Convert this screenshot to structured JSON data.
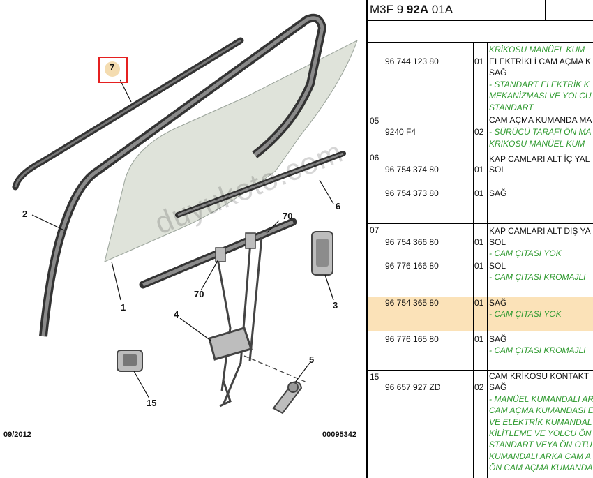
{
  "diagram": {
    "callouts": [
      "7",
      "2",
      "70",
      "6",
      "1",
      "70",
      "3",
      "4",
      "5",
      "15"
    ],
    "footer_left": "09/2012",
    "footer_right": "00095342",
    "watermark": "duyukoto.com"
  },
  "parts_panel": {
    "header_code_prefix": "M3F 9 ",
    "header_code_bold": "92A",
    "header_code_suffix": " 01A",
    "rows": [
      {
        "ref": "",
        "lines": [
          {
            "partno": "",
            "qty": "",
            "text": "KRİKOSU MANÜEL KUM",
            "style": "green"
          },
          {
            "partno": "96 744 123 80",
            "qty": "01",
            "text": "ELEKTRİKLİ CAM AÇMA K",
            "style": "name"
          },
          {
            "partno": "",
            "qty": "",
            "text": "SAĞ",
            "style": "name"
          },
          {
            "partno": "",
            "qty": "",
            "text": "- STANDART ELEKTRİK K",
            "style": "green"
          },
          {
            "partno": "",
            "qty": "",
            "text": "MEKANİZMASI VE YOLCU",
            "style": "green"
          },
          {
            "partno": "",
            "qty": "",
            "text": "STANDART",
            "style": "green"
          }
        ]
      },
      {
        "ref": "05",
        "lines": [
          {
            "partno": "",
            "qty": "",
            "text": "CAM AÇMA KUMANDA MA",
            "style": "name"
          },
          {
            "partno": "9240 F4",
            "qty": "02",
            "text": "- SÜRÜCÜ TARAFI ÖN MA",
            "style": "green"
          },
          {
            "partno": "",
            "qty": "",
            "text": "KRİKOSU MANÜEL KUM",
            "style": "green"
          }
        ]
      },
      {
        "ref": "06",
        "lines": [
          {
            "partno": "",
            "qty": "",
            "text": "KAP CAMLARI ALT İÇ YAL",
            "style": "name"
          },
          {
            "partno": "96 754 374 80",
            "qty": "01",
            "text": "SOL",
            "style": "name"
          },
          {
            "partno": "96 754 373 80",
            "qty": "01",
            "text": "SAĞ",
            "style": "name"
          }
        ]
      },
      {
        "ref": "07",
        "lines": [
          {
            "partno": "",
            "qty": "",
            "text": "KAP CAMLARI ALT DIŞ YA",
            "style": "name"
          },
          {
            "partno": "96 754 366 80",
            "qty": "01",
            "text": "SOL",
            "style": "name"
          },
          {
            "partno": "",
            "qty": "",
            "text": "- CAM ÇITASI YOK",
            "style": "green"
          },
          {
            "partno": "96 776 166 80",
            "qty": "01",
            "text": "SOL",
            "style": "name"
          },
          {
            "partno": "",
            "qty": "",
            "text": "- CAM ÇITASI KROMAJLI",
            "style": "green"
          },
          {
            "partno": "96 754 365 80",
            "qty": "01",
            "text": "SAĞ",
            "style": "name"
          },
          {
            "partno": "",
            "qty": "",
            "text": "- CAM ÇITASI YOK",
            "style": "green"
          },
          {
            "partno": "96 776 165 80",
            "qty": "01",
            "text": "SAĞ",
            "style": "name"
          },
          {
            "partno": "",
            "qty": "",
            "text": "- CAM ÇITASI KROMAJLI",
            "style": "green"
          }
        ]
      },
      {
        "ref": "15",
        "lines": [
          {
            "partno": "",
            "qty": "",
            "text": "CAM KRİKOSU KONTAKT",
            "style": "name"
          },
          {
            "partno": "96 657 927 ZD",
            "qty": "02",
            "text": "SAĞ",
            "style": "name"
          },
          {
            "partno": "",
            "qty": "",
            "text": "- MANÜEL KUMANDALI AR",
            "style": "green"
          },
          {
            "partno": "",
            "qty": "",
            "text": "CAM AÇMA KUMANDASI E",
            "style": "green"
          },
          {
            "partno": "",
            "qty": "",
            "text": "VE ELEKTRİK KUMANDAL",
            "style": "green"
          },
          {
            "partno": "",
            "qty": "",
            "text": "KİLİTLEME VE YOLCU ÖN",
            "style": "green"
          },
          {
            "partno": "",
            "qty": "",
            "text": "STANDART VEYA ÖN OTU",
            "style": "green"
          },
          {
            "partno": "",
            "qty": "",
            "text": "KUMANDALI ARKA CAM A",
            "style": "green"
          },
          {
            "partno": "",
            "qty": "",
            "text": "ÖN CAM AÇMA KUMANDA",
            "style": "green"
          }
        ]
      }
    ]
  }
}
